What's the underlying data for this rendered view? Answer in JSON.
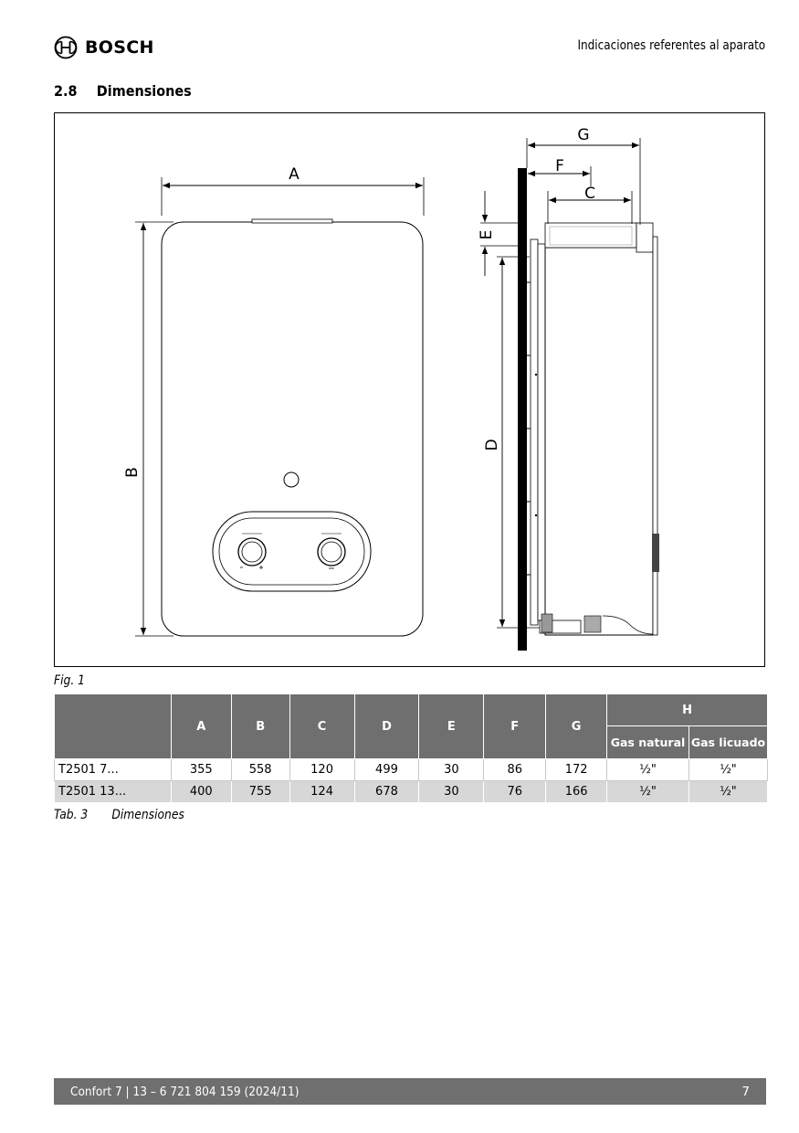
{
  "header": {
    "brand": "BOSCH",
    "section_label": "Indicaciones referentes al aparato"
  },
  "section": {
    "number": "2.8",
    "title": "Dimensiones"
  },
  "figure": {
    "labels": {
      "A": "A",
      "B": "B",
      "C": "C",
      "D": "D",
      "E": "E",
      "F": "F",
      "G": "G"
    },
    "caption": "Fig. 1"
  },
  "table": {
    "columns": [
      "",
      "A",
      "B",
      "C",
      "D",
      "E",
      "F",
      "G",
      "H"
    ],
    "h_subcolumns": [
      "Gas natural",
      "Gas licuado"
    ],
    "rows": [
      [
        "T2501 7...",
        "355",
        "558",
        "120",
        "499",
        "30",
        "86",
        "172",
        "½\"",
        "½\""
      ],
      [
        "T2501 13...",
        "400",
        "755",
        "124",
        "678",
        "30",
        "76",
        "166",
        "½\"",
        "½\""
      ]
    ],
    "caption_number": "Tab. 3",
    "caption_text": "Dimensiones"
  },
  "footer": {
    "text": "Confort 7 | 13 – 6 721 804 159 (2024/11)",
    "page_number": "7"
  }
}
